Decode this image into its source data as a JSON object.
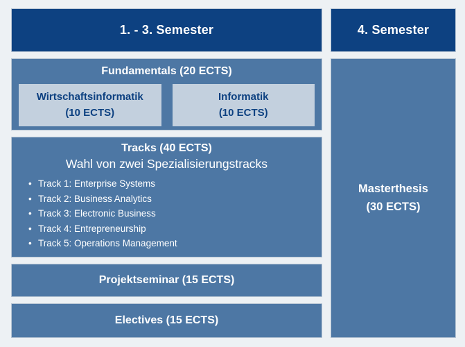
{
  "colors": {
    "background": "#edf1f4",
    "dark_blue": "#0d4181",
    "medium_blue": "#4d77a4",
    "light_blue": "#c3d0de",
    "box_border": "#b7c5d4",
    "text_on_dark": "#ffffff",
    "text_on_light": "#0d4181"
  },
  "headers": {
    "left": "1. - 3. Semester",
    "right": "4. Semester"
  },
  "fundamentals": {
    "title": "Fundamentals (20 ECTS)",
    "sub_boxes": [
      {
        "line1": "Wirtschaftsinformatik",
        "line2": "(10 ECTS)"
      },
      {
        "line1": "Informatik",
        "line2": "(10 ECTS)"
      }
    ]
  },
  "tracks": {
    "title": "Tracks (40 ECTS)",
    "subtitle": "Wahl von zwei Spezialisierungstracks",
    "items": [
      "Track 1: Enterprise Systems",
      "Track 2: Business Analytics",
      "Track 3: Electronic Business",
      "Track 4: Entrepreneurship",
      "Track 5: Operations Management"
    ]
  },
  "projektseminar": {
    "title": "Projektseminar (15 ECTS)"
  },
  "electives": {
    "title": "Electives (15 ECTS)"
  },
  "masterthesis": {
    "line1": "Masterthesis",
    "line2": "(30 ECTS)"
  }
}
